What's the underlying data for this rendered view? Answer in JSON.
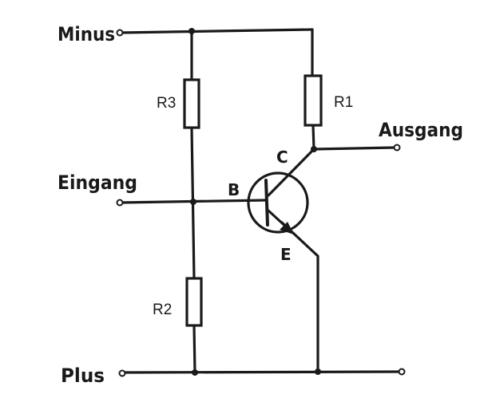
{
  "diagram": {
    "terminals": {
      "minus": "Minus",
      "plus": "Plus",
      "input": "Eingang",
      "output": "Ausgang"
    },
    "transistor": {
      "base": "B",
      "collector": "C",
      "emitter": "E"
    },
    "resistors": {
      "r1": "R1",
      "r2": "R2",
      "r3": "R3"
    },
    "colors": {
      "ink": "#1a1a1a",
      "paper": "#ffffff"
    }
  }
}
